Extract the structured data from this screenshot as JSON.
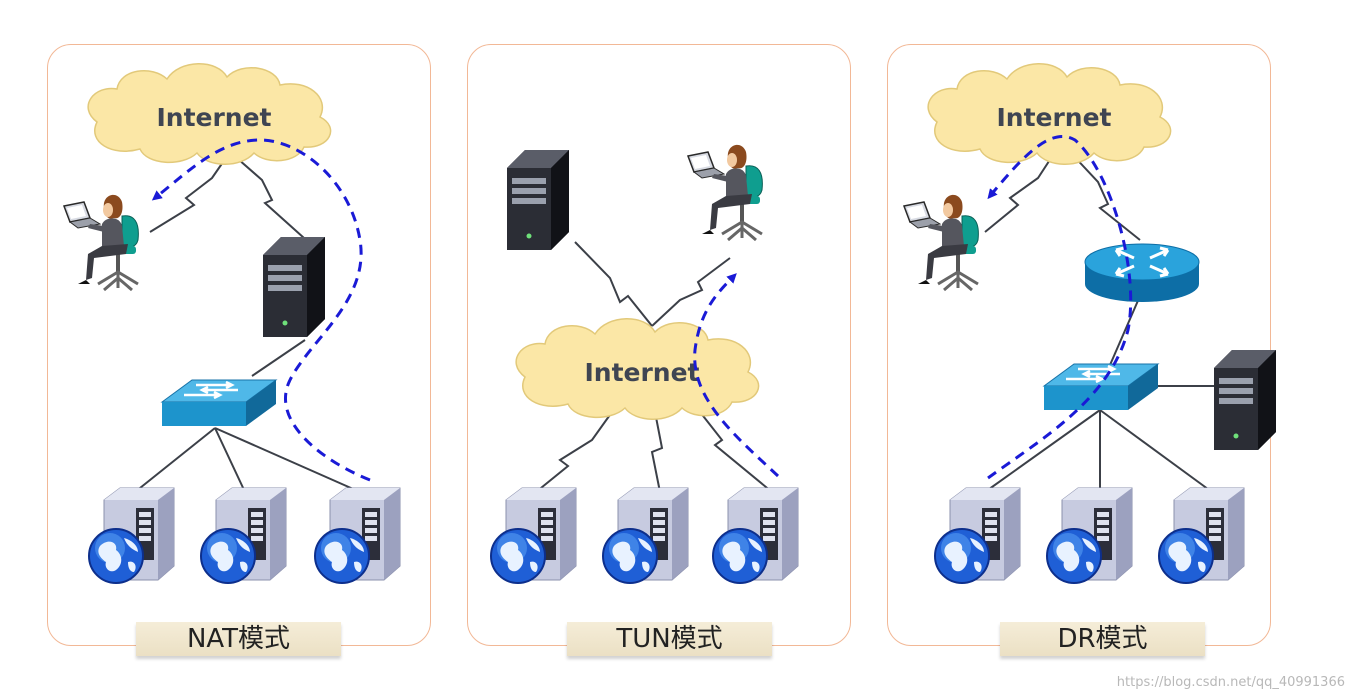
{
  "panels": [
    {
      "caption": "NAT模式",
      "cloud_label": "Internet"
    },
    {
      "caption": "TUN模式",
      "cloud_label": "Internet"
    },
    {
      "caption": "DR模式",
      "cloud_label": "Internet"
    }
  ],
  "watermark": "https://blog.csdn.net/qq_40991366",
  "colors": {
    "panel_border": "#f2b896",
    "cloud": "#fbe7a6",
    "flow_line": "#1a1ad6",
    "switch": "#1d94cc"
  }
}
